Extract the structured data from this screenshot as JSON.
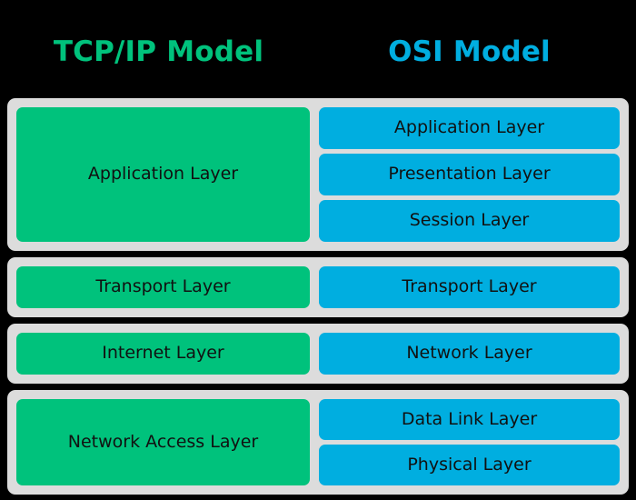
{
  "diagram": {
    "background_color": "#000000",
    "group_color": "#dcdcdc",
    "columns": [
      {
        "title": "TCP/IP Model",
        "color": "#00c27c"
      },
      {
        "title": "OSI Model",
        "color": "#00aee0"
      }
    ],
    "groups": [
      {
        "id": "application",
        "tcpip": [
          "Application Layer"
        ],
        "osi": [
          "Application Layer",
          "Presentation Layer",
          "Session Layer"
        ]
      },
      {
        "id": "transport",
        "tcpip": [
          "Transport Layer"
        ],
        "osi": [
          "Transport Layer"
        ]
      },
      {
        "id": "internet",
        "tcpip": [
          "Internet Layer"
        ],
        "osi": [
          "Network Layer"
        ]
      },
      {
        "id": "network-access",
        "tcpip": [
          "Network Access Layer"
        ],
        "osi": [
          "Data Link Layer",
          "Physical Layer"
        ]
      }
    ]
  }
}
